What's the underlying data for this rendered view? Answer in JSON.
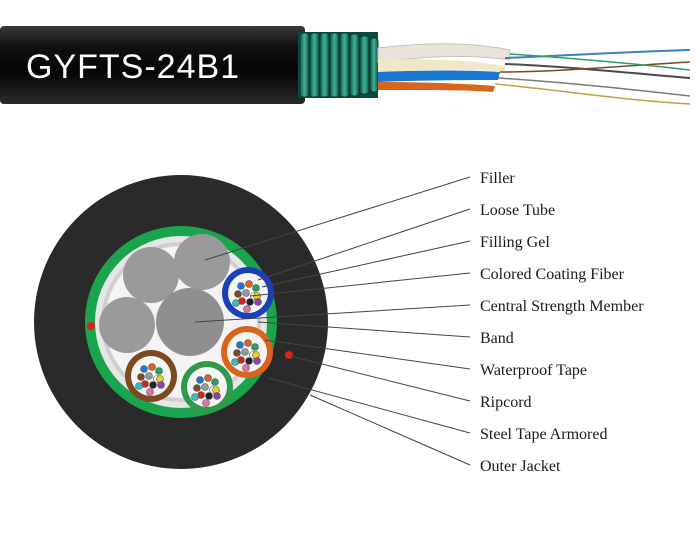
{
  "cable": {
    "model": "GYFTS-24B1"
  },
  "labels": [
    "Filler",
    "Loose Tube",
    "Filling Gel",
    "Colored Coating Fiber",
    "Central Strength Member",
    "Band",
    "Waterproof Tape",
    "Ripcord",
    "Steel Tape Armored",
    "Outer Jacket"
  ],
  "colors": {
    "jacket": "#2a2a2a",
    "armor": "#1aa54c",
    "tape": "#d8d8d8",
    "gel": "#f2f2f2",
    "filler": "#9a9a9a",
    "tube_blue": "#1a3fb8",
    "tube_orange": "#d9641c",
    "tube_brown": "#7a4a20",
    "tube_green": "#2e9a4a",
    "ripcord": "#e0201c"
  }
}
